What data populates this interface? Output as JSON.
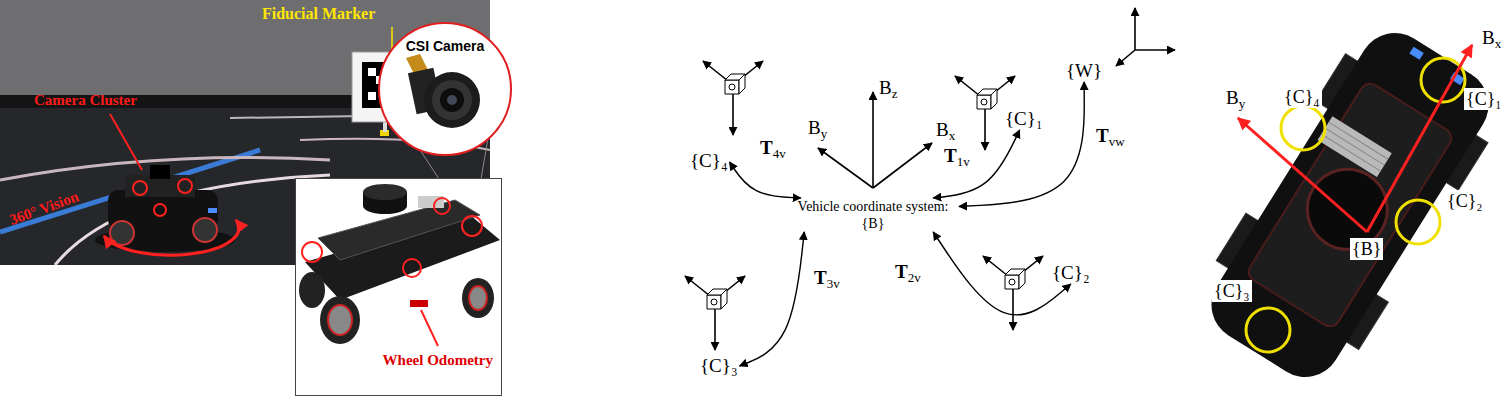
{
  "diagram": {
    "nodes": [
      {
        "text": [
          "CSI Camera"
        ]
      },
      {
        "text": [
          "Wheel Odometry"
        ]
      },
      {
        "text": [
          "{C}₄"
        ]
      },
      {
        "text": [
          "{C}₁"
        ]
      },
      {
        "text": [
          "{W}"
        ]
      },
      {
        "text": [
          "Vehicle coordinate system: {B}"
        ]
      },
      {
        "text": [
          "{C}₃"
        ]
      },
      {
        "text": [
          "{C}₂"
        ]
      }
    ],
    "edges": [
      {
        "from": 5,
        "to": 2,
        "label": "T4v",
        "arrow": "both"
      },
      {
        "from": 5,
        "to": 3,
        "label": "T1v",
        "arrow": "both"
      },
      {
        "from": 5,
        "to": 4,
        "label": "Tvw",
        "arrow": "both"
      },
      {
        "from": 5,
        "to": 6,
        "label": "T3v",
        "arrow": "both"
      },
      {
        "from": 5,
        "to": 7,
        "label": "T2v",
        "arrow": "both"
      }
    ],
    "labels": [
      "Fiducial Marker",
      "Camera Cluster",
      "360° Vision",
      "Bz",
      "By",
      "Bx",
      "Bx",
      "By",
      "{C}₁",
      "{C}₄",
      "{C}₂",
      "{B}",
      "{C}₃"
    ]
  }
}
